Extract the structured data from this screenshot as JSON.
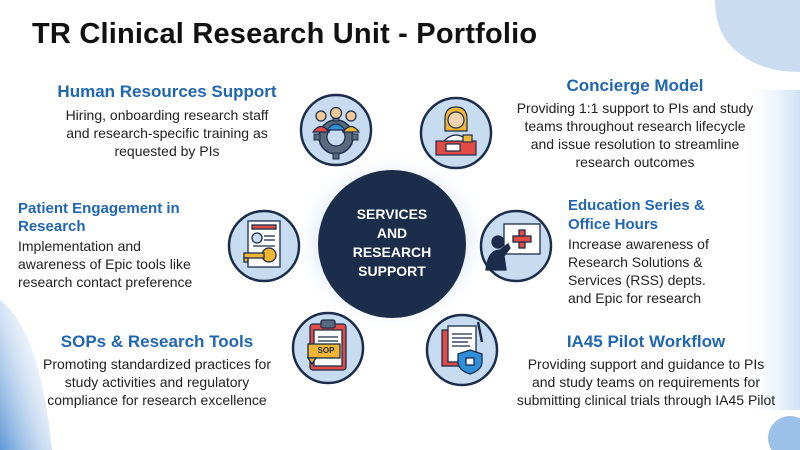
{
  "title": "TR Clinical Research Unit - Portfolio",
  "hub": {
    "line1": "SERVICES",
    "line2": "AND",
    "line3": "RESEARCH",
    "line4": "SUPPORT"
  },
  "services": [
    {
      "heading": "Human Resources Support",
      "lines": [
        "Hiring, onboarding research staff",
        "and research-specific training as",
        "requested by PIs"
      ],
      "icon": "team-gear-icon"
    },
    {
      "heading": "Concierge Model",
      "lines": [
        "Providing 1:1 support to PIs and study",
        "teams throughout research lifecycle",
        "and  issue resolution to streamline",
        "research outcomes"
      ],
      "icon": "concierge-desk-icon"
    },
    {
      "heading_lines": [
        "Patient Engagement  in",
        "Research"
      ],
      "lines": [
        "Implementation and",
        "awareness of Epic tools like",
        "research contact preference"
      ],
      "icon": "certificate-key-icon"
    },
    {
      "heading_lines": [
        "Education Series &",
        "Office Hours"
      ],
      "lines": [
        "Increase awareness of",
        "Research Solutions &",
        "Services (RSS) depts.",
        "and Epic for research"
      ],
      "icon": "presentation-board-icon"
    },
    {
      "heading": "SOPs & Research Tools",
      "lines": [
        "Promoting standardized practices for",
        "study activities and regulatory",
        "compliance for research excellence"
      ],
      "icon": "sop-clipboard-icon",
      "icon_text": "SOP"
    },
    {
      "heading": "IA45 Pilot Workflow",
      "lines": [
        "Providing support and guidance to PIs",
        "and study teams on requirements for",
        "submitting clinical trials through IA45 Pilot"
      ],
      "icon": "documents-shield-icon"
    }
  ],
  "colors": {
    "accent": "#2166b1",
    "hub": "#1b2d4b",
    "title": "#111111",
    "light_blue": "#c7dcf1"
  }
}
